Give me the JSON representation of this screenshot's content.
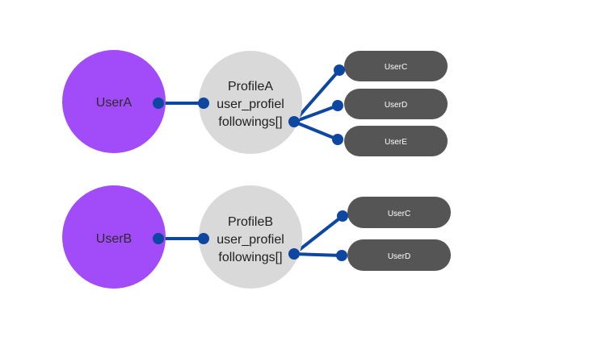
{
  "colors": {
    "user_node": "#a24bf9",
    "profile_node": "#d9d9d9",
    "pill_node": "#555555",
    "connector": "#0d47a1",
    "connector_dot": "#0d47a1"
  },
  "groups": [
    {
      "user": "UserA",
      "profile": {
        "lines": [
          "ProfileA",
          "user_profiel",
          "followings[]"
        ]
      },
      "followings": [
        "UserC",
        "UserD",
        "UserE"
      ]
    },
    {
      "user": "UserB",
      "profile": {
        "lines": [
          "ProfileB",
          "user_profiel",
          "followings[]"
        ]
      },
      "followings": [
        "UserC",
        "UserD"
      ]
    }
  ]
}
